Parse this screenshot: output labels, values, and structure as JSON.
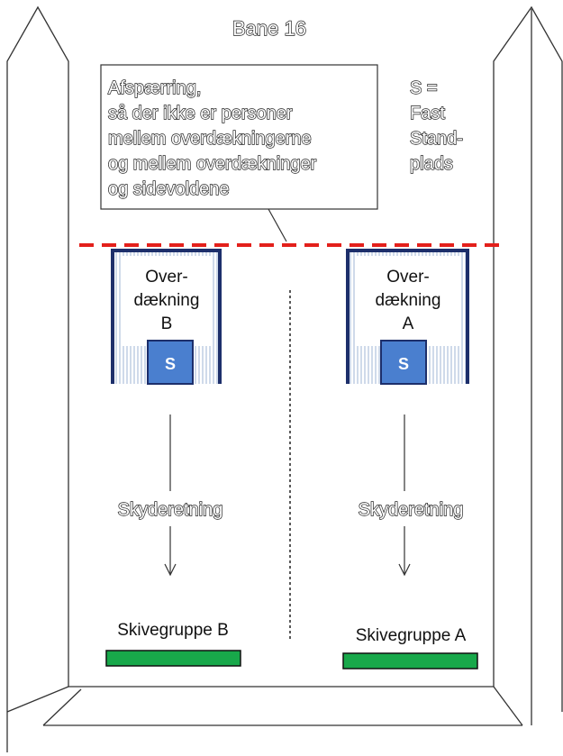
{
  "title": "Bane 16",
  "callout": {
    "lines": [
      "Afspærring,",
      "så der ikke er personer",
      "mellem overdækningerne",
      "og mellem overdækninger",
      "og sidevoldene"
    ]
  },
  "legend": {
    "lines": [
      "S =",
      "Fast",
      "Stand-",
      "plads"
    ]
  },
  "shelters": [
    {
      "lines": [
        "Over-",
        "dækning",
        "B"
      ],
      "stand_label": "S",
      "direction_label": "Skyderetning",
      "target_label": "Skivegruppe B"
    },
    {
      "lines": [
        "Over-",
        "dækning",
        "A"
      ],
      "stand_label": "S",
      "direction_label": "Skyderetning",
      "target_label": "Skivegruppe A"
    }
  ],
  "colors": {
    "barrier": "#e3201b",
    "stand": "#4a7fcf",
    "target": "#18a84a",
    "hatch": "#9fb4d6",
    "outline": "#333333"
  }
}
